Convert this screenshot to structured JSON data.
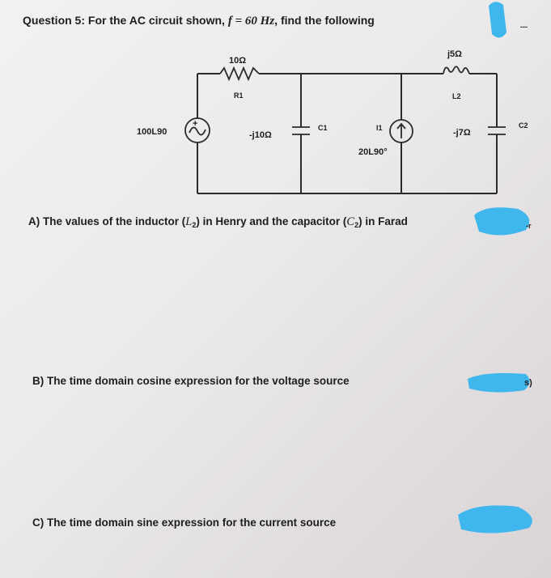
{
  "question": {
    "prefix": "Question 5: For the AC circuit shown, ",
    "f_symbol": "f",
    "equals": " = ",
    "f_value": "60 Hz",
    "suffix": ", find the following"
  },
  "circuit": {
    "r1_value": "10Ω",
    "r1_name": "R1",
    "l2_value": "j5Ω",
    "l2_name": "L2",
    "source_value": "100L90",
    "c1_value": "-j10Ω",
    "c1_name": "C1",
    "i1_name": "I1",
    "i1_value": "20L90°",
    "c2_value": "-j7Ω",
    "c2_name": "C2"
  },
  "parts": {
    "a_prefix": "A) The values of the inductor (",
    "a_l": "L",
    "a_l_sub": "2",
    "a_mid": ") in Henry and the capacitor (",
    "a_c": "C",
    "a_c_sub": "2",
    "a_suffix": ") in Farad",
    "b": "B) The time domain cosine expression for the voltage source",
    "c": "C) The time domain sine expression for the current source"
  },
  "margin_fragments": {
    "top": "---",
    "a": "-r",
    "b": "s)"
  },
  "colors": {
    "redaction": "#3fb6ec",
    "paper": "#efefef",
    "ink": "#1e1e1e"
  }
}
